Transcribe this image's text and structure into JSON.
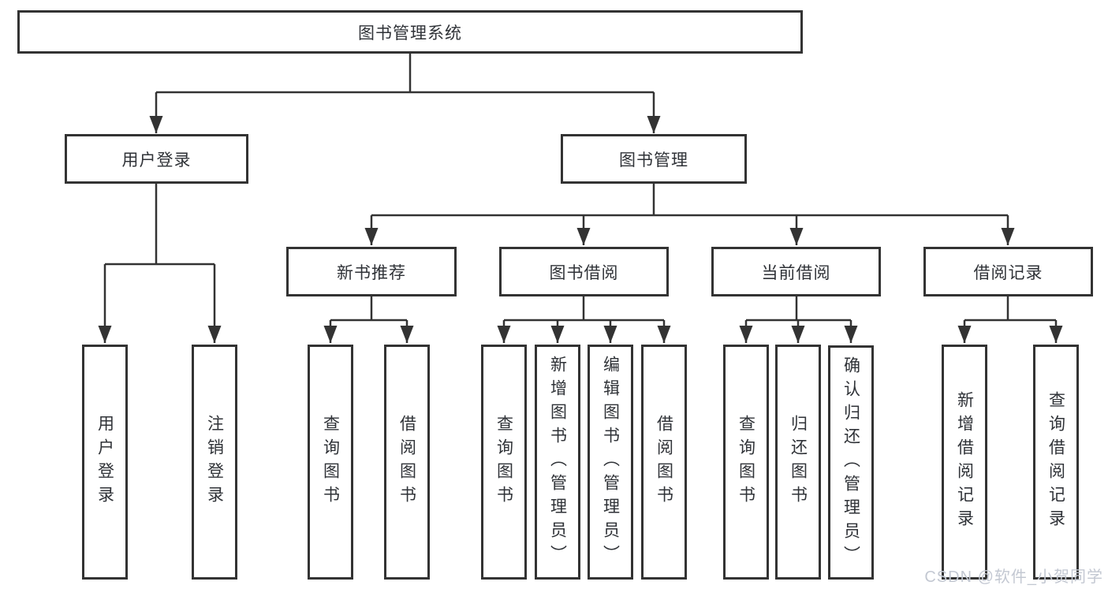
{
  "colors": {
    "line": "#333333",
    "text": "#2f3237",
    "watermark": "#c3c8d2"
  },
  "watermark": "CSDN @软件_小贺同学",
  "nodes": {
    "root": "图书管理系统",
    "user_login": "用户登录",
    "book_mgmt": "图书管理",
    "new_book_rec": "新书推荐",
    "book_borrow": "图书借阅",
    "current_borrow": "当前借阅",
    "borrow_record": "借阅记录",
    "leaf_user_login": "用户登录",
    "leaf_logout": "注销登录",
    "leaf_rec_query_book": "查询图书",
    "leaf_rec_borrow_book": "借阅图书",
    "leaf_bb_query_book": "查询图书",
    "leaf_bb_add_book": "新增图书（管理员）",
    "leaf_bb_edit_book": "编辑图书（管理员）",
    "leaf_bb_borrow_book": "借阅图书",
    "leaf_cb_query_book": "查询图书",
    "leaf_cb_return_book": "归还图书",
    "leaf_cb_confirm_return": "确认归还（管理员）",
    "leaf_br_add_record": "新增借阅记录",
    "leaf_br_query_record": "查询借阅记录"
  }
}
